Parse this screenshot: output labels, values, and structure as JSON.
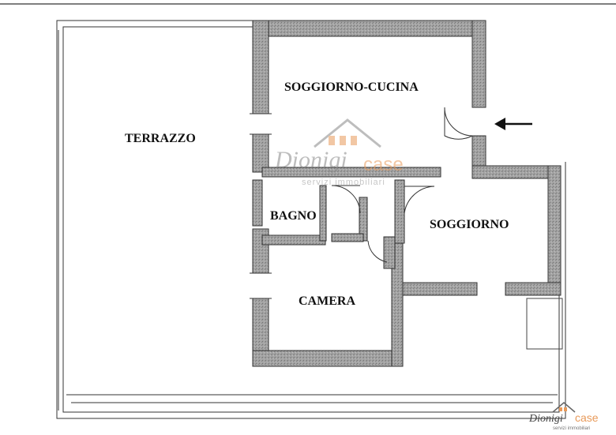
{
  "rooms": {
    "terrazzo": "TERRAZZO",
    "soggiorno_cucina": "SOGGIORNO-CUCINA",
    "soggiorno": "SOGGIORNO",
    "bagno": "BAGNO",
    "camera": "CAMERA"
  },
  "watermark": {
    "brand_script": "Dionigi",
    "brand_word": "case",
    "tagline": "servizi immobiliari"
  },
  "logo": {
    "brand_script": "Dionigi",
    "brand_word": "case",
    "tagline": "servizi immobiliari"
  },
  "colors": {
    "wall_fill": "#9a9a9a",
    "line": "#2b2b2b",
    "brand_orange": "#e89a5a",
    "brand_grey": "#8a8a8a"
  },
  "icons": {
    "entrance": "arrow-left-icon"
  }
}
